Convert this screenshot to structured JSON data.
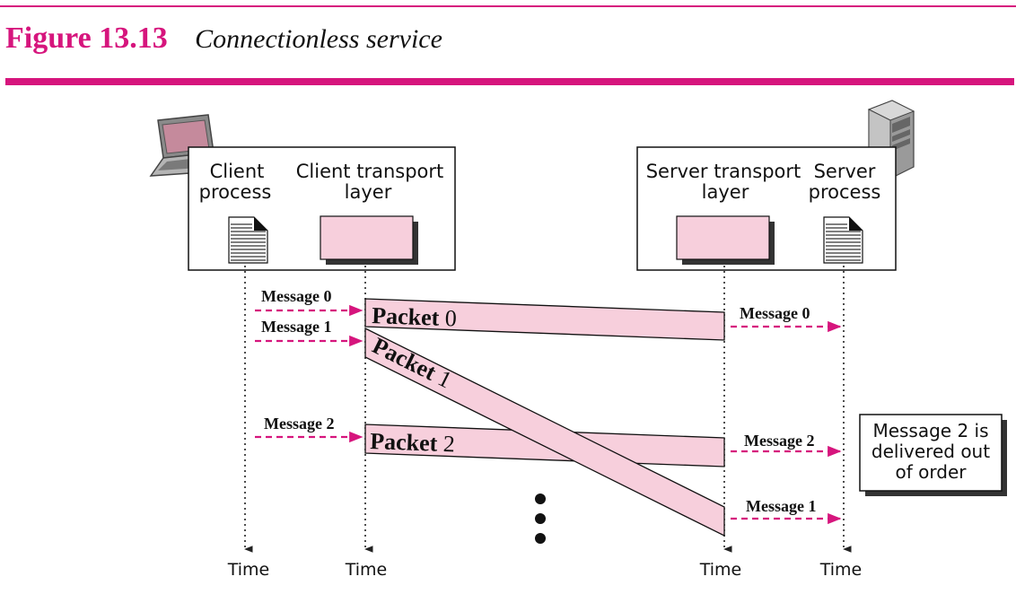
{
  "colors": {
    "accent": "#d6157d",
    "packet_fill": "#f7cfdc",
    "rule": "#d6157d"
  },
  "figure": {
    "number": "Figure 13.13",
    "caption": "Connectionless service"
  },
  "client_box": {
    "process_label_1": "Client",
    "process_label_2": "process",
    "transport_label_1": "Client transport",
    "transport_label_2": "layer",
    "icon": "laptop-icon"
  },
  "server_box": {
    "transport_label_1": "Server transport",
    "transport_label_2": "layer",
    "process_label_1": "Server",
    "process_label_2": "process",
    "icon": "server-tower-icon"
  },
  "timelines": {
    "time_label": "Time"
  },
  "client_messages": [
    "Message 0",
    "Message 1",
    "Message 2"
  ],
  "packets": [
    {
      "word": "Packet",
      "num": "0"
    },
    {
      "word": "Packet",
      "num": "1"
    },
    {
      "word": "Packet",
      "num": "2"
    }
  ],
  "server_messages": [
    "Message 0",
    "Message 2",
    "Message 1"
  ],
  "note": {
    "line_1": "Message 2 is",
    "line_2": "delivered out",
    "line_3": "of order"
  }
}
